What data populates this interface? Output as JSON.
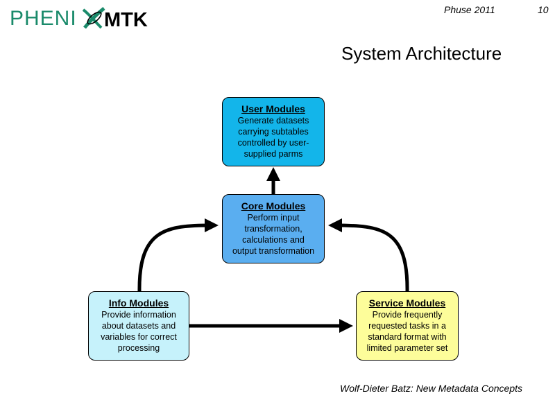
{
  "header": {
    "logo_text": "PHENIX MTK",
    "conference": "Phuse 2011",
    "page_number": "10"
  },
  "slide": {
    "title": "System Architecture",
    "footer": "Wolf-Dieter Batz: New Metadata Concepts"
  },
  "diagram": {
    "user_modules": {
      "title": "User Modules",
      "lines": [
        "Generate datasets",
        "carrying subtables",
        "controlled by user-",
        "supplied parms"
      ],
      "color": "#13b5ea"
    },
    "core_modules": {
      "title": "Core Modules",
      "lines": [
        "Perform input",
        "transformation,",
        "calculations and",
        "output transformation"
      ],
      "color": "#5aaef0"
    },
    "info_modules": {
      "title": "Info Modules",
      "lines": [
        "Provide information",
        "about datasets and",
        "variables for correct",
        "processing"
      ],
      "color": "#c6f2fb"
    },
    "service_modules": {
      "title": "Service Modules",
      "lines": [
        "Provide frequently",
        "requested tasks in a",
        "standard format with",
        "limited parameter set"
      ],
      "color": "#fdfd9a"
    },
    "edges": [
      {
        "from": "core_modules",
        "to": "user_modules"
      },
      {
        "from": "info_modules",
        "to": "core_modules"
      },
      {
        "from": "service_modules",
        "to": "core_modules"
      },
      {
        "from": "info_modules",
        "to": "service_modules"
      }
    ]
  },
  "colors": {
    "logo_text": "#1a8a6a",
    "logo_mtk": "#000000"
  }
}
